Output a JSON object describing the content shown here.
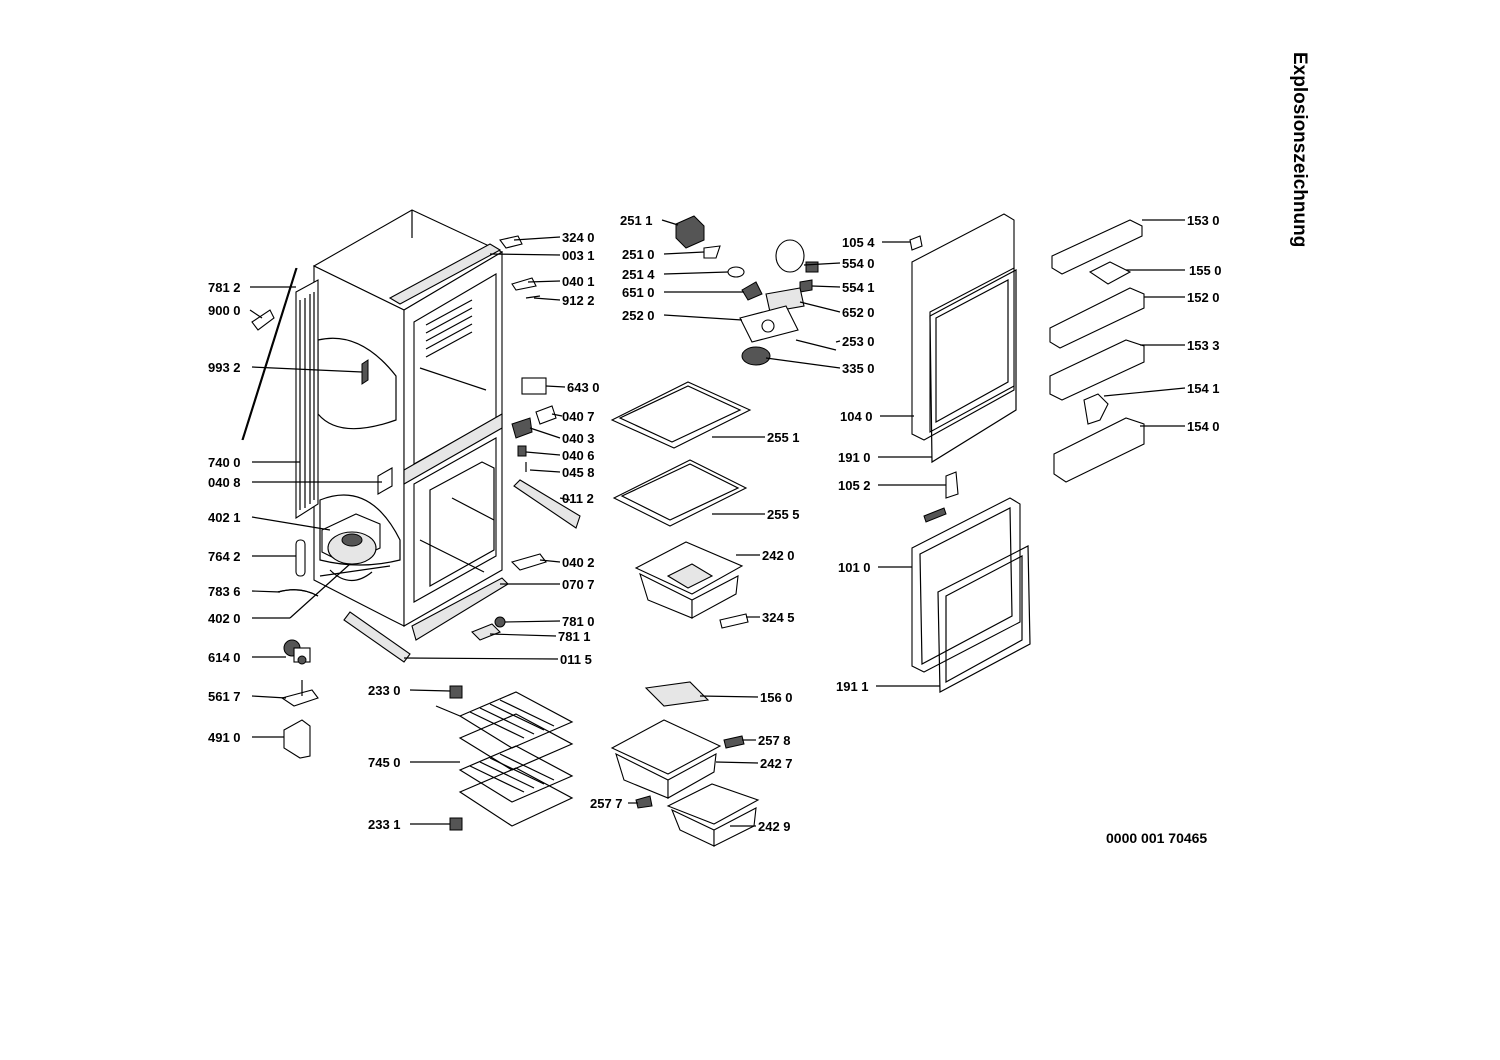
{
  "title": "Explosionszeichnung",
  "document_number": "0000 001 70465",
  "callouts": [
    {
      "id": "324_0",
      "text": "324 0"
    },
    {
      "id": "003_1",
      "text": "003 1"
    },
    {
      "id": "040_1",
      "text": "040 1"
    },
    {
      "id": "912_2",
      "text": "912 2"
    },
    {
      "id": "643_0",
      "text": "643 0"
    },
    {
      "id": "040_7",
      "text": "040 7"
    },
    {
      "id": "040_3",
      "text": "040 3"
    },
    {
      "id": "040_6",
      "text": "040 6"
    },
    {
      "id": "045_8",
      "text": "045 8"
    },
    {
      "id": "011_2",
      "text": "011 2"
    },
    {
      "id": "040_2",
      "text": "040 2"
    },
    {
      "id": "070_7",
      "text": "070 7"
    },
    {
      "id": "781_0",
      "text": "781 0"
    },
    {
      "id": "781_1",
      "text": "781 1"
    },
    {
      "id": "011_5",
      "text": "011 5"
    },
    {
      "id": "781_2",
      "text": "781 2"
    },
    {
      "id": "900_0",
      "text": "900 0"
    },
    {
      "id": "993_2",
      "text": "993 2"
    },
    {
      "id": "740_0",
      "text": "740 0"
    },
    {
      "id": "040_8",
      "text": "040 8"
    },
    {
      "id": "402_1",
      "text": "402 1"
    },
    {
      "id": "764_2",
      "text": "764 2"
    },
    {
      "id": "783_6",
      "text": "783 6"
    },
    {
      "id": "402_0",
      "text": "402 0"
    },
    {
      "id": "614_0",
      "text": "614 0"
    },
    {
      "id": "561_7",
      "text": "561 7"
    },
    {
      "id": "491_0",
      "text": "491 0"
    },
    {
      "id": "233_0",
      "text": "233 0"
    },
    {
      "id": "745_0",
      "text": "745 0"
    },
    {
      "id": "233_1",
      "text": "233 1"
    },
    {
      "id": "251_1",
      "text": "251 1"
    },
    {
      "id": "251_0",
      "text": "251 0"
    },
    {
      "id": "251_4",
      "text": "251 4"
    },
    {
      "id": "651_0",
      "text": "651 0"
    },
    {
      "id": "252_0",
      "text": "252 0"
    },
    {
      "id": "554_0",
      "text": "554 0"
    },
    {
      "id": "554_1",
      "text": "554 1"
    },
    {
      "id": "652_0",
      "text": "652 0"
    },
    {
      "id": "253_0",
      "text": "253 0"
    },
    {
      "id": "335_0",
      "text": "335 0"
    },
    {
      "id": "255_1",
      "text": "255 1"
    },
    {
      "id": "255_5",
      "text": "255 5"
    },
    {
      "id": "242_0",
      "text": "242 0"
    },
    {
      "id": "324_5",
      "text": "324 5"
    },
    {
      "id": "156_0",
      "text": "156 0"
    },
    {
      "id": "257_8",
      "text": "257 8"
    },
    {
      "id": "242_7",
      "text": "242 7"
    },
    {
      "id": "257_7",
      "text": "257 7"
    },
    {
      "id": "242_9",
      "text": "242 9"
    },
    {
      "id": "105_4",
      "text": "105 4"
    },
    {
      "id": "104_0",
      "text": "104 0"
    },
    {
      "id": "191_0",
      "text": "191 0"
    },
    {
      "id": "105_2",
      "text": "105 2"
    },
    {
      "id": "101_0",
      "text": "101 0"
    },
    {
      "id": "191_1",
      "text": "191 1"
    },
    {
      "id": "153_0",
      "text": "153 0"
    },
    {
      "id": "155_0",
      "text": "155 0"
    },
    {
      "id": "152_0",
      "text": "152 0"
    },
    {
      "id": "153_3",
      "text": "153 3"
    },
    {
      "id": "154_1",
      "text": "154 1"
    },
    {
      "id": "154_0",
      "text": "154 0"
    }
  ]
}
